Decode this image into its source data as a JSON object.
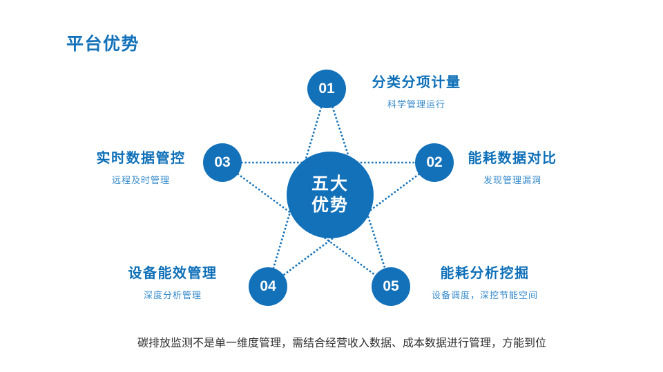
{
  "slide": {
    "title": "平台优势",
    "footer": "碳排放监测不是单一维度管理，需结合经营收入数据、成本数据进行管理，方能到位"
  },
  "diagram": {
    "center": {
      "line1": "五大",
      "line2": "优势"
    },
    "items": [
      {
        "number": "01",
        "title": "分类分项计量",
        "subtitle": "科学管理运行"
      },
      {
        "number": "02",
        "title": "能耗数据对比",
        "subtitle": "发现管理漏洞"
      },
      {
        "number": "03",
        "title": "实时数据管控",
        "subtitle": "远程及时管理"
      },
      {
        "number": "04",
        "title": "设备能效管理",
        "subtitle": "深度分析管理"
      },
      {
        "number": "05",
        "title": "能耗分析挖掘",
        "subtitle": "设备调度，深挖节能空间"
      }
    ]
  },
  "colors": {
    "primary": "#1271B9",
    "label": "#0D6FB8",
    "subtitle": "#3389CB",
    "footer_text": "#303030",
    "circle_text": "#FFFFFF"
  }
}
